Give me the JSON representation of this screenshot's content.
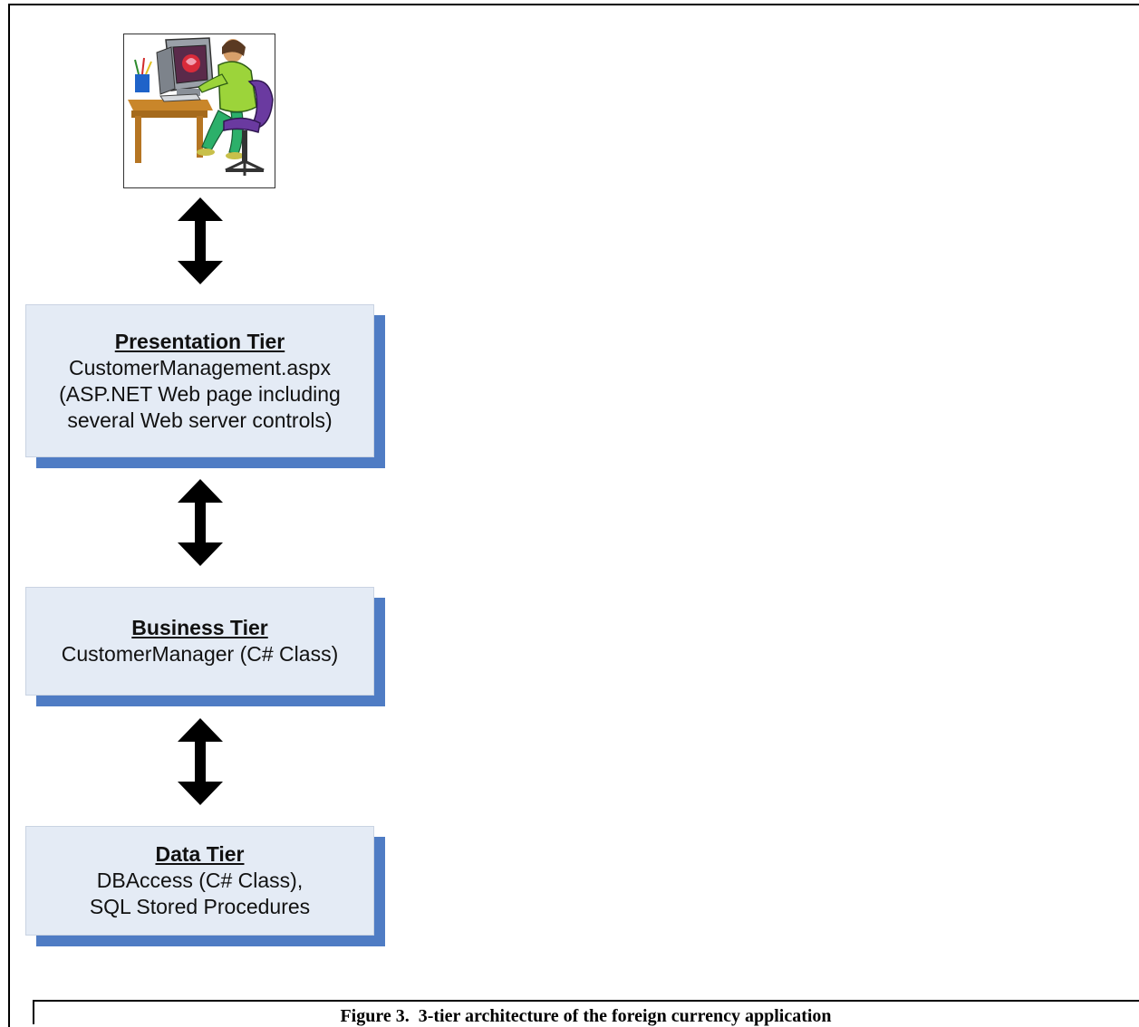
{
  "figure": {
    "caption": "Figure 3.  3-tier architecture of the foreign currency application"
  },
  "clipart": {
    "icon": "person-at-computer-icon"
  },
  "tiers": [
    {
      "title": "Presentation Tier",
      "lines": [
        "CustomerManagement.aspx",
        "(ASP.NET Web page including",
        "several Web server controls)"
      ]
    },
    {
      "title": "Business Tier",
      "lines": [
        "CustomerManager (C# Class)"
      ]
    },
    {
      "title": "Data Tier",
      "lines": [
        "DBAccess (C# Class),",
        "SQL Stored Procedures"
      ]
    }
  ],
  "colors": {
    "box_fill": "#e4ebf5",
    "box_shadow": "#4f7cc4",
    "arrow": "#000000"
  }
}
